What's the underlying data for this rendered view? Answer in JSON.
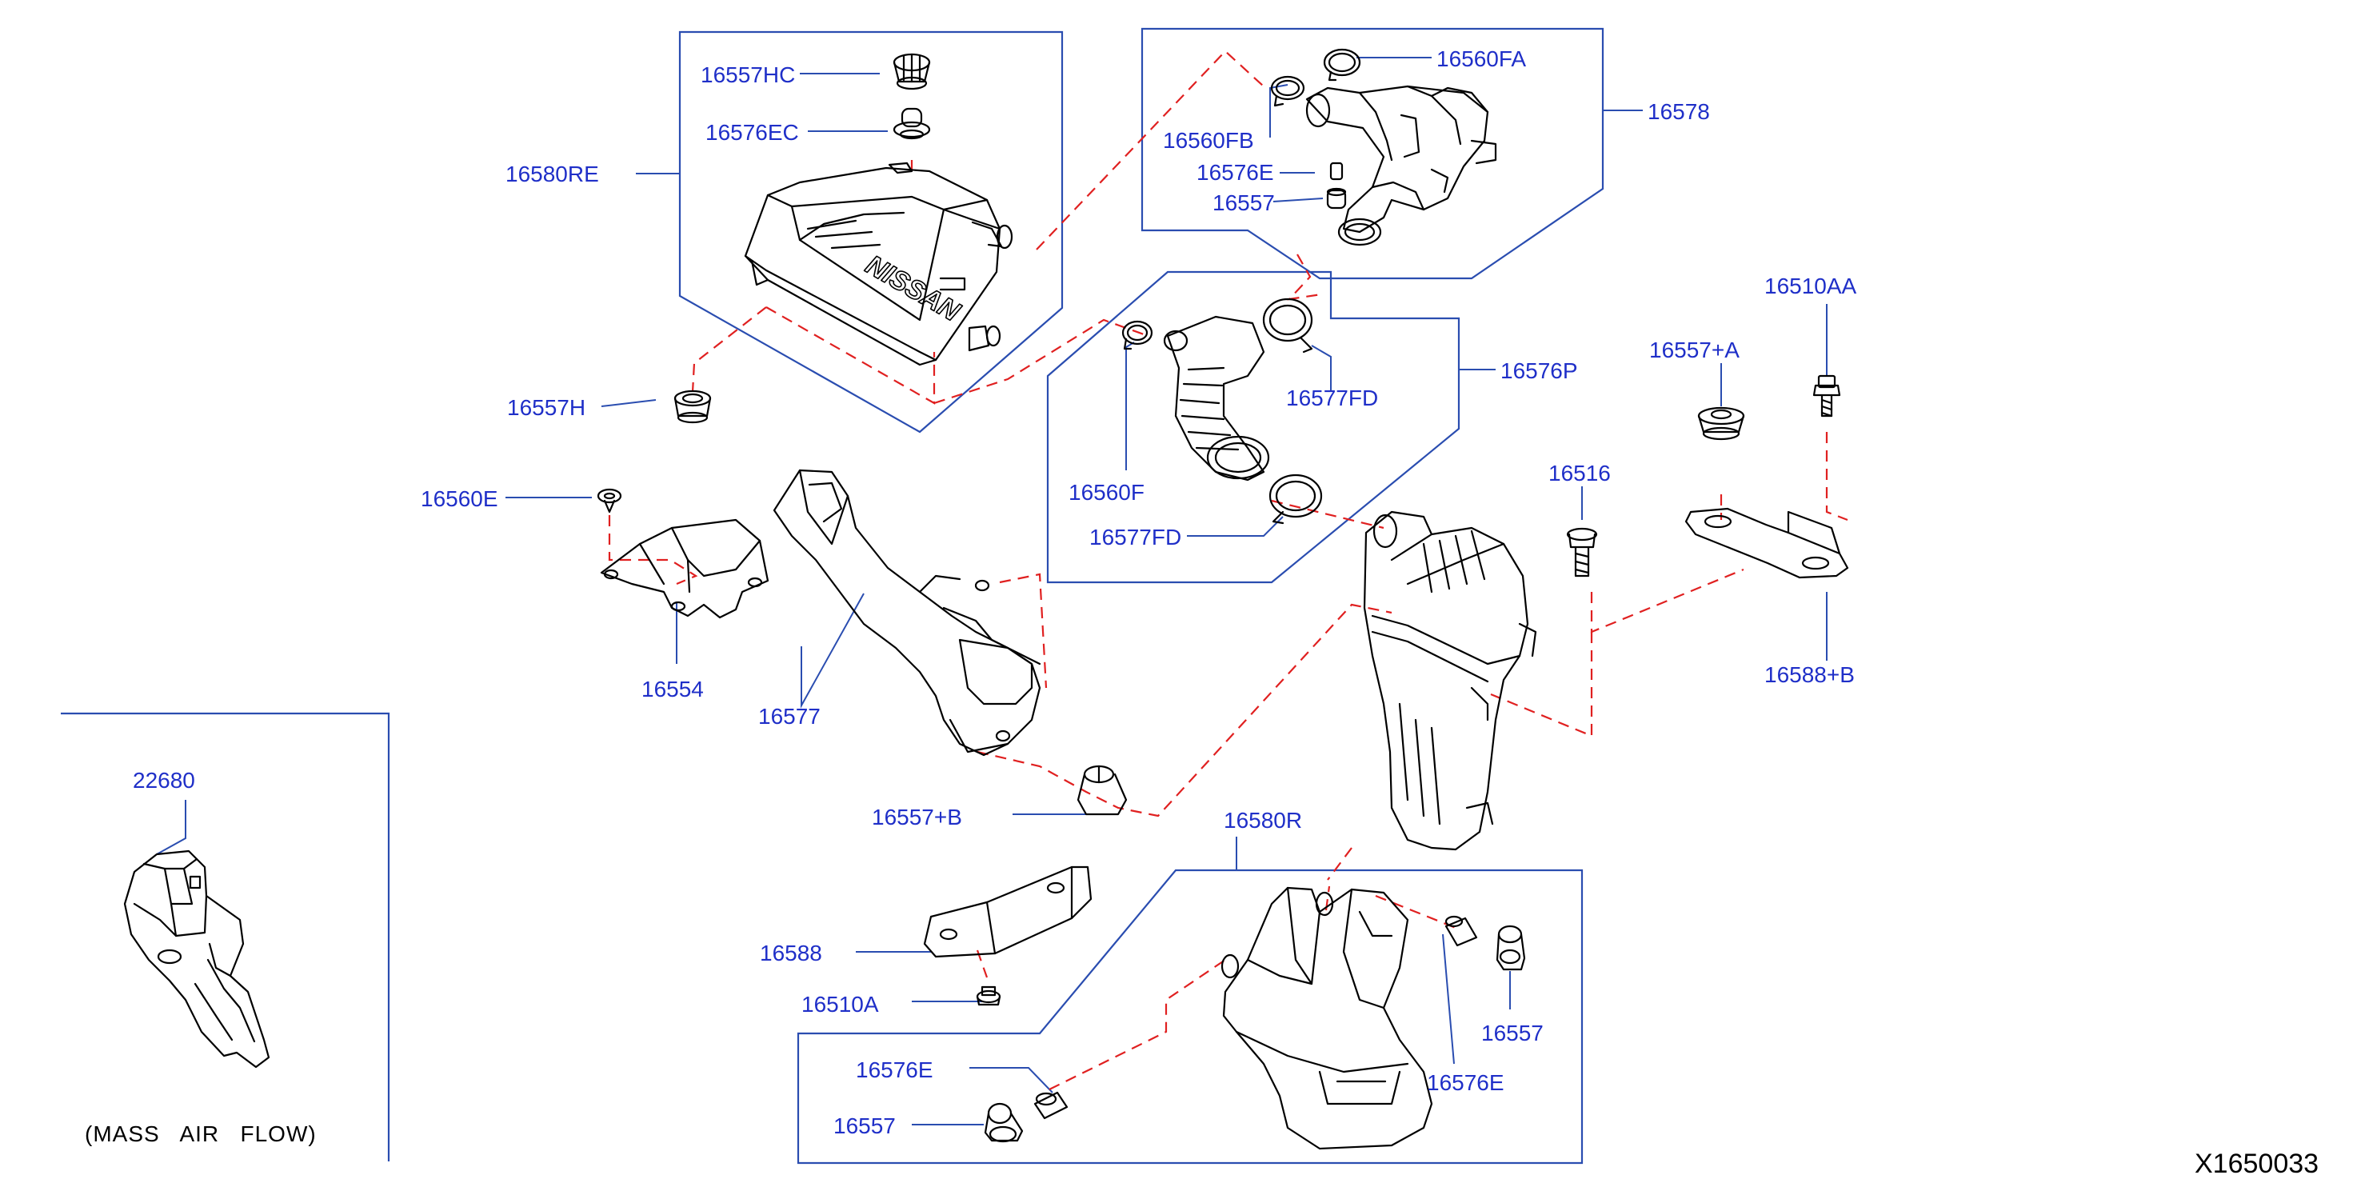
{
  "colors": {
    "leader": "#2a4db0",
    "label": "#1f2fc8",
    "dash": "#e02020",
    "part": "#000000"
  },
  "diagram_id": "X1650033",
  "note": "(MASS   AIR   FLOW)",
  "brand_text": "NISSAN",
  "labels": {
    "p16557HC": "16557HC",
    "p16576EC": "16576EC",
    "p16580RE": "16580RE",
    "p16557H": "16557H",
    "p16560FA": "16560FA",
    "p16578": "16578",
    "p16560FB": "16560FB",
    "p16576E_top": "16576E",
    "p16557_top": "16557",
    "p16576P": "16576P",
    "p16577FD_a": "16577FD",
    "p16560F": "16560F",
    "p16577FD_b": "16577FD",
    "p16510AA": "16510AA",
    "p16557A": "16557+A",
    "p16516": "16516",
    "p16588B": "16588+B",
    "p16560E": "16560E",
    "p16554": "16554",
    "p16577": "16577",
    "p16557B": "16557+B",
    "p22680": "22680",
    "p16580R": "16580R",
    "p16588": "16588",
    "p16510A": "16510A",
    "p16576E_mid": "16576E",
    "p16557_mid": "16557",
    "p16576E_bot": "16576E",
    "p16557_bot": "16557"
  }
}
